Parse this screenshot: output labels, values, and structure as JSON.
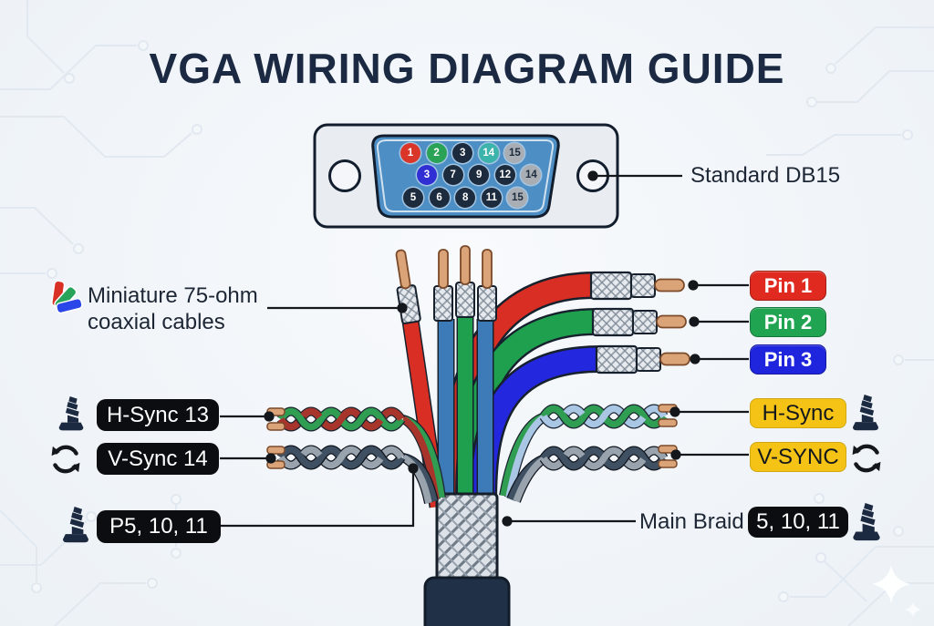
{
  "title": "VGA WIRING DIAGRAM GUIDE",
  "connector": {
    "callout": "Standard DB15",
    "pin_rows": [
      {
        "pins": [
          {
            "n": "1",
            "bg": "#d93528",
            "fg": "#ffffff"
          },
          {
            "n": "2",
            "bg": "#2aa357",
            "fg": "#ffffff"
          },
          {
            "n": "3",
            "bg": "#1d2b3f",
            "fg": "#ffffff"
          },
          {
            "n": "14",
            "bg": "#3cb3ab",
            "fg": "#ffffff"
          },
          {
            "n": "15",
            "bg": "#a9aeb4",
            "fg": "#1d2b3f"
          }
        ]
      },
      {
        "pins": [
          {
            "n": "3",
            "bg": "#2f2fd4",
            "fg": "#ffffff"
          },
          {
            "n": "7",
            "bg": "#1d2b3f",
            "fg": "#ffffff"
          },
          {
            "n": "9",
            "bg": "#1d2b3f",
            "fg": "#ffffff"
          },
          {
            "n": "12",
            "bg": "#1d2b3f",
            "fg": "#ffffff"
          },
          {
            "n": "14",
            "bg": "#a9aeb4",
            "fg": "#1d2b3f"
          }
        ]
      },
      {
        "pins": [
          {
            "n": "5",
            "bg": "#1d2b3f",
            "fg": "#ffffff"
          },
          {
            "n": "6",
            "bg": "#1d2b3f",
            "fg": "#ffffff"
          },
          {
            "n": "8",
            "bg": "#1d2b3f",
            "fg": "#ffffff"
          },
          {
            "n": "11",
            "bg": "#1d2b3f",
            "fg": "#ffffff"
          },
          {
            "n": "15",
            "bg": "#a9aeb4",
            "fg": "#1d2b3f"
          }
        ]
      }
    ]
  },
  "callouts": {
    "coax_line1": "Miniature 75-ohm",
    "coax_line2": "coaxial cables",
    "pin1": "Pin 1",
    "pin2": "Pin 2",
    "pin3": "Pin 3",
    "hsync_left": "H-Sync 13",
    "vsync_left": "V-Sync 14",
    "pins_left": "P5, 10, 11",
    "hsync_right": "H-Sync",
    "vsync_right": "V-SYNC",
    "main_braid": "Main Braid",
    "main_braid_pins": "5, 10, 11"
  },
  "colors": {
    "red": "#d93528",
    "green": "#27a050",
    "blue": "#2328de",
    "yellow": "#f4c315",
    "chip_black": "#0b0d10",
    "navy": "#1b2a42"
  }
}
